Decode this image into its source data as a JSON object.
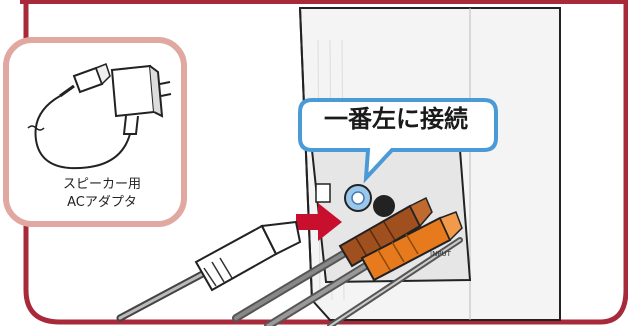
{
  "callout": {
    "text": "一番左に接続"
  },
  "adapter": {
    "line1": "スピーカー用",
    "line2": "ACアダプタ"
  },
  "port_label": "INPUT",
  "colors": {
    "frame": "#a82a3a",
    "inset_border": "#e0a8a0",
    "callout_border": "#4a9ad8",
    "arrow": "#c8102e",
    "plug_orange": "#e87a1e",
    "plug_brown": "#a0501e",
    "plug_blue": "#9ac8ec"
  }
}
